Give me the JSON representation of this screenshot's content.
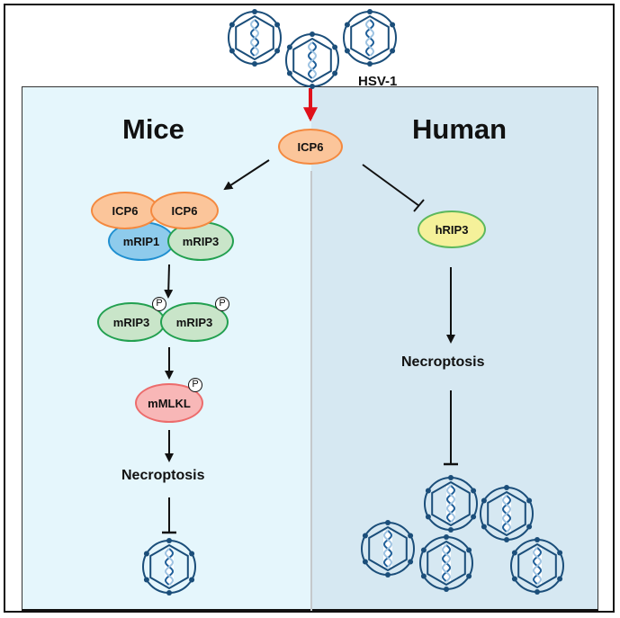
{
  "diagram": {
    "virus_label": "HSV-1",
    "left_panel": {
      "title": "Mice"
    },
    "right_panel": {
      "title": "Human"
    },
    "central_node": "ICP6",
    "mice_pathway": {
      "complex": [
        "ICP6",
        "ICP6",
        "mRIP1",
        "mRIP3"
      ],
      "phospho_dimer": [
        "mRIP3",
        "mRIP3"
      ],
      "effector": "mMLKL",
      "outcome": "Necroptosis",
      "phospho_mark": "P"
    },
    "human_pathway": {
      "target": "hRIP3",
      "outcome": "Necroptosis"
    },
    "colors": {
      "left_panel_bg": "#e5f6fc",
      "right_panel_bg": "#d6e8f2",
      "icp6_fill": "#fbc59a",
      "icp6_stroke": "#f4893f",
      "mrip1_fill": "#8ecbec",
      "mrip1_stroke": "#1f8fd0",
      "mrip3_fill": "#c9e5c9",
      "mrip3_stroke": "#22a050",
      "mmlkl_fill": "#f8b7b7",
      "mmlkl_stroke": "#ec6c6c",
      "hrip3_fill": "#f5f19a",
      "hrip3_stroke": "#5cb85c",
      "virus_stroke": "#1b4e7a",
      "activation_arrow": "#e0101a"
    },
    "edges": [
      {
        "from": "HSV-1",
        "to": "ICP6",
        "type": "activation"
      },
      {
        "from": "ICP6",
        "to": "ICP6-mRIP1-mRIP3 complex",
        "type": "activation"
      },
      {
        "from": "ICP6",
        "to": "hRIP3",
        "type": "inhibition"
      },
      {
        "from": "complex",
        "to": "pmRIP3 dimer",
        "type": "activation"
      },
      {
        "from": "pmRIP3 dimer",
        "to": "pmMLKL",
        "type": "activation"
      },
      {
        "from": "pmMLKL",
        "to": "Necroptosis (mice)",
        "type": "activation"
      },
      {
        "from": "Necroptosis (mice)",
        "to": "virus replication",
        "type": "inhibition"
      },
      {
        "from": "hRIP3",
        "to": "Necroptosis (human)",
        "type": "activation"
      },
      {
        "from": "Necroptosis (human)",
        "to": "virus replication",
        "type": "inhibition"
      }
    ]
  }
}
